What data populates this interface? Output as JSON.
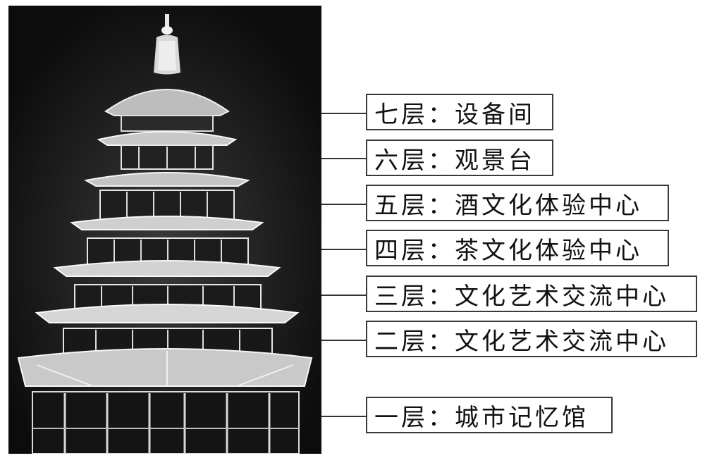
{
  "image": {
    "subject": "pagoda-tower-photo",
    "colors": {
      "background": "#ffffff",
      "photo_bg": "#1a1a1a",
      "line": "#333333"
    }
  },
  "floors": [
    {
      "level": 7,
      "label": "七层：设备间"
    },
    {
      "level": 6,
      "label": "六层：观景台"
    },
    {
      "level": 5,
      "label": "五层：酒文化体验中心"
    },
    {
      "level": 4,
      "label": "四层：茶文化体验中心"
    },
    {
      "level": 3,
      "label": "三层：文化艺术交流中心"
    },
    {
      "level": 2,
      "label": "二层：文化艺术交流中心"
    },
    {
      "level": 1,
      "label": "一层：城市记忆馆"
    }
  ]
}
